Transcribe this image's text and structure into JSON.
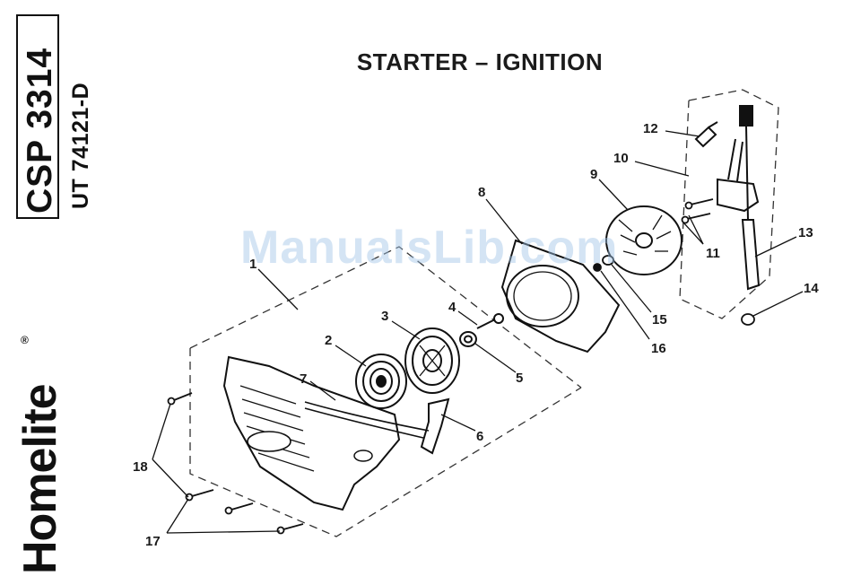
{
  "title": "STARTER – IGNITION",
  "model_code": "CSP 3314",
  "model_sub": "UT 74121-D",
  "brand": "Homelite",
  "brand_mark": "®",
  "watermark": "ManualsLib.com",
  "callouts": [
    "1",
    "2",
    "3",
    "4",
    "5",
    "6",
    "7",
    "8",
    "9",
    "10",
    "11",
    "12",
    "13",
    "14",
    "15",
    "16",
    "17",
    "18"
  ]
}
